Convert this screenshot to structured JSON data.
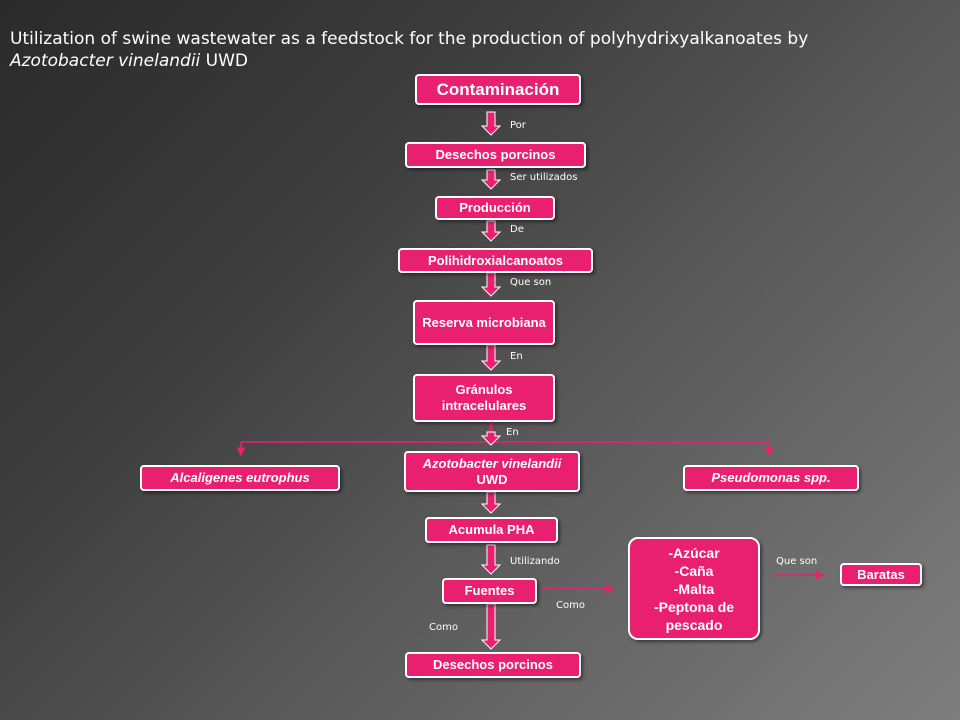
{
  "title": {
    "line1": "Utilization of swine wastewater as a feedstock for the production of polyhydrixyalkanoates by",
    "line2_italic": "Azotobacter vinelandii",
    "line2_rest": " UWD"
  },
  "nodes": {
    "contaminacion": "Contaminación",
    "desechos_porcinos_1": "Desechos porcinos",
    "produccion": "Producción",
    "polihidroxialcanoatos": "Polihidroxialcanoatos",
    "reserva_microbiana": "Reserva microbiana",
    "granulos_intracelulares": "Gránulos intracelulares",
    "alcaligenes": "Alcaligenes eutrophus",
    "azotobacter": "Azotobacter vinelandii",
    "azotobacter_suffix": " UWD",
    "pseudomonas": "Pseudomonas spp.",
    "acumula_pha": "Acumula PHA",
    "fuentes": "Fuentes",
    "desechos_porcinos_2": "Desechos porcinos",
    "azucar_list": [
      "-Azúcar",
      "-Caña",
      "-Malta",
      "-Peptona de pescado"
    ],
    "baratas": "Baratas"
  },
  "edge_labels": {
    "por": "Por",
    "ser_utilizados": "Ser utilizados",
    "de": "De",
    "que_son_1": "Que son",
    "en_1": "En",
    "en_2": "En",
    "utilizando": "Utilizando",
    "como_1": "Como",
    "como_2": "Como",
    "que_son_2": "Que son"
  },
  "colors": {
    "node_fill": "#e8206f",
    "arrow": "#e8206f",
    "text": "#ffffff"
  }
}
